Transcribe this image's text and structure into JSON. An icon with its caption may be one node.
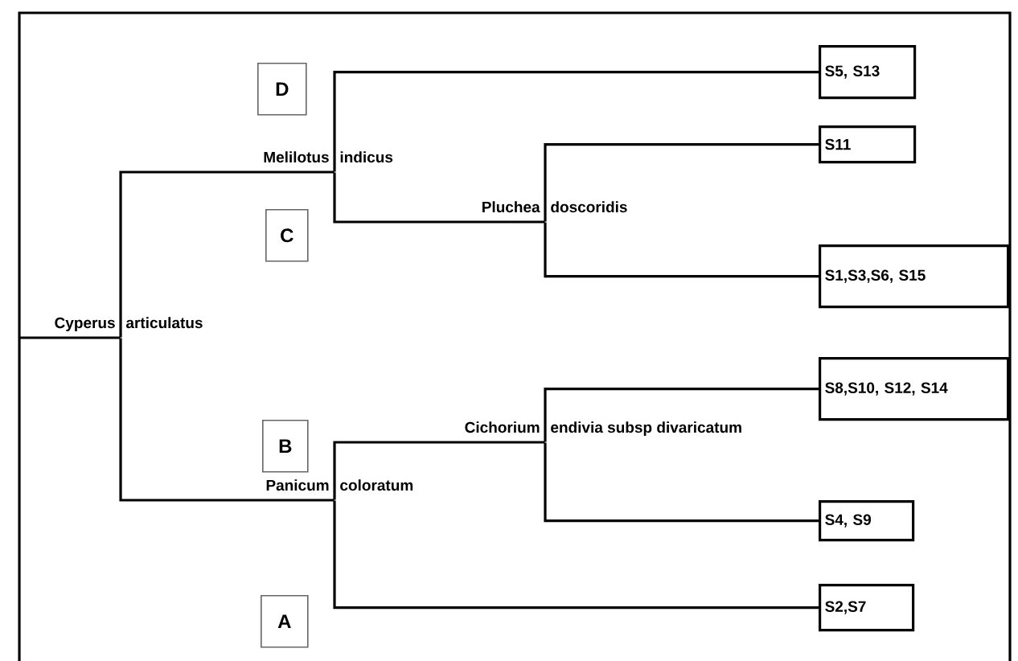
{
  "diagram": {
    "nodes": [
      {
        "text": [
          "Cyperus",
          "articulatus"
        ]
      },
      {
        "text": [
          "Melilotus",
          "indicus"
        ]
      },
      {
        "text": [
          "D"
        ]
      },
      {
        "text": [
          "S5, S13"
        ]
      },
      {
        "text": [
          "S11"
        ]
      },
      {
        "text": [
          "Pluchea",
          "doscoridis"
        ]
      },
      {
        "text": [
          "C"
        ]
      },
      {
        "text": [
          "S1,S3,S6, S15"
        ]
      },
      {
        "text": [
          "S8,S10, S12, S14"
        ]
      },
      {
        "text": [
          "Cichorium",
          "endivia subsp divaricatum"
        ]
      },
      {
        "text": [
          "B"
        ]
      },
      {
        "text": [
          "Panicum",
          "coloratum"
        ]
      },
      {
        "text": [
          "S4, S9"
        ]
      },
      {
        "text": [
          "A"
        ]
      },
      {
        "text": [
          "S2,S7"
        ]
      }
    ],
    "edges": [
      {
        "from": null,
        "to": 0,
        "arrow": "none"
      },
      {
        "from": 0,
        "to": 1,
        "arrow": "none"
      },
      {
        "from": 0,
        "to": 11,
        "arrow": "none"
      },
      {
        "from": 1,
        "to": 3,
        "arrow": "none"
      },
      {
        "from": 1,
        "to": 5,
        "arrow": "none"
      },
      {
        "from": 5,
        "to": 4,
        "arrow": "none"
      },
      {
        "from": 5,
        "to": 7,
        "arrow": "none"
      },
      {
        "from": 11,
        "to": 9,
        "arrow": "none"
      },
      {
        "from": 11,
        "to": 14,
        "arrow": "none"
      },
      {
        "from": 9,
        "to": 8,
        "arrow": "none"
      },
      {
        "from": 9,
        "to": 12,
        "arrow": "none"
      }
    ]
  }
}
